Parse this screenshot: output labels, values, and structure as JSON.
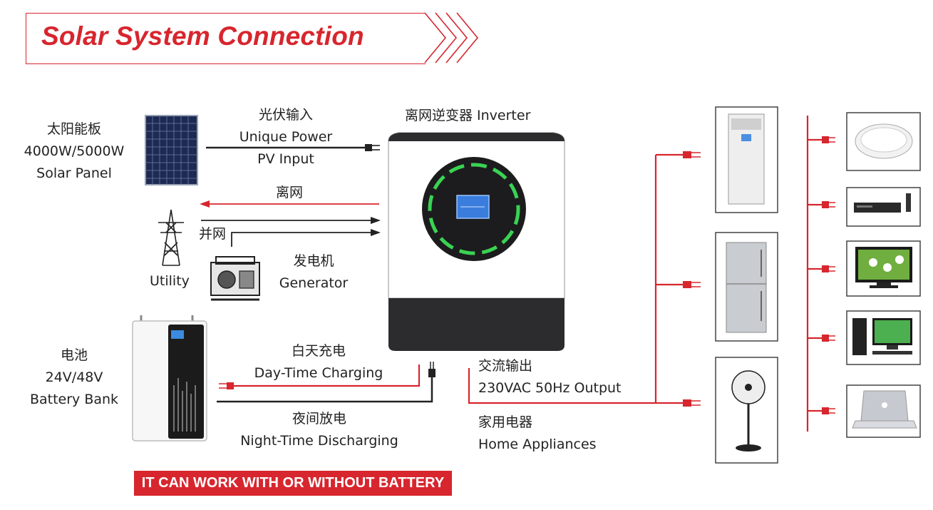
{
  "title": "Solar System Connection",
  "solar_panel": {
    "line1": "太阳能板",
    "line2": "4000W/5000W",
    "line3": "Solar Panel"
  },
  "pv_input": {
    "line1": "光伏输入",
    "line2": "Unique Power",
    "line3": "PV Input"
  },
  "inverter_label": "离网逆变器 Inverter",
  "off_grid": "离网",
  "on_grid": "并网",
  "utility": "Utility",
  "generator": {
    "line1": "发电机",
    "line2": "Generator"
  },
  "battery": {
    "line1": "电池",
    "line2": "24V/48V",
    "line3": "Battery Bank"
  },
  "day_charging": {
    "line1": "白天充电",
    "line2": "Day-Time Charging"
  },
  "night_discharging": {
    "line1": "夜间放电",
    "line2": "Night-Time Discharging"
  },
  "ac_output": {
    "line1": "交流输出",
    "line2": "230VAC 50Hz Output"
  },
  "home_appliances": {
    "line1": "家用电器",
    "line2": "Home Appliances"
  },
  "banner": "IT CAN WORK WITH OR WITHOUT BATTERY",
  "colors": {
    "accent": "#d7262e",
    "wire": "#222222",
    "inverter_dark": "#2c2c2e",
    "display_green": "#39d353"
  },
  "appliances": {
    "large": [
      "air-conditioner-icon",
      "refrigerator-icon",
      "standing-fan-icon"
    ],
    "small": [
      "ceiling-light-icon",
      "dvd-player-icon",
      "television-icon",
      "desktop-computer-icon",
      "laptop-icon"
    ]
  }
}
